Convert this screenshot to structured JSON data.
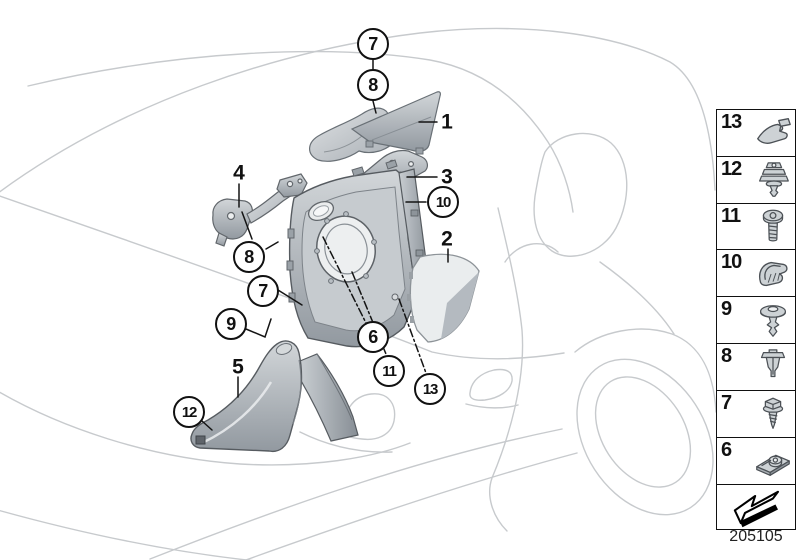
{
  "diagram": {
    "code": "205105"
  },
  "colors": {
    "sketch_line": "#c7cacd",
    "part_fill": "#b9bfc4",
    "part_outline": "#565b60",
    "callout_ink": "#111111"
  },
  "callouts": {
    "c7_top": "7",
    "c8_top": "8",
    "c1": "1",
    "c3": "3",
    "c10": "10",
    "c2": "2",
    "c4": "4",
    "c8_left": "8",
    "c7_left": "7",
    "c9": "9",
    "c5": "5",
    "c12": "12",
    "c6": "6",
    "c11": "11",
    "c13": "13"
  },
  "sidebar": {
    "items": [
      {
        "label": "13",
        "icon": "trim-clip-icon"
      },
      {
        "label": "12",
        "icon": "expanding-grommet-icon"
      },
      {
        "label": "11",
        "icon": "pan-head-screw-icon"
      },
      {
        "label": "10",
        "icon": "spring-clamp-icon"
      },
      {
        "label": "9",
        "icon": "push-rivet-icon"
      },
      {
        "label": "8",
        "icon": "expansion-rivet-icon"
      },
      {
        "label": "7",
        "icon": "hex-screw-icon"
      },
      {
        "label": "6",
        "icon": "cage-nut-icon"
      }
    ],
    "footer_icon": "direction-arrow-icon"
  }
}
